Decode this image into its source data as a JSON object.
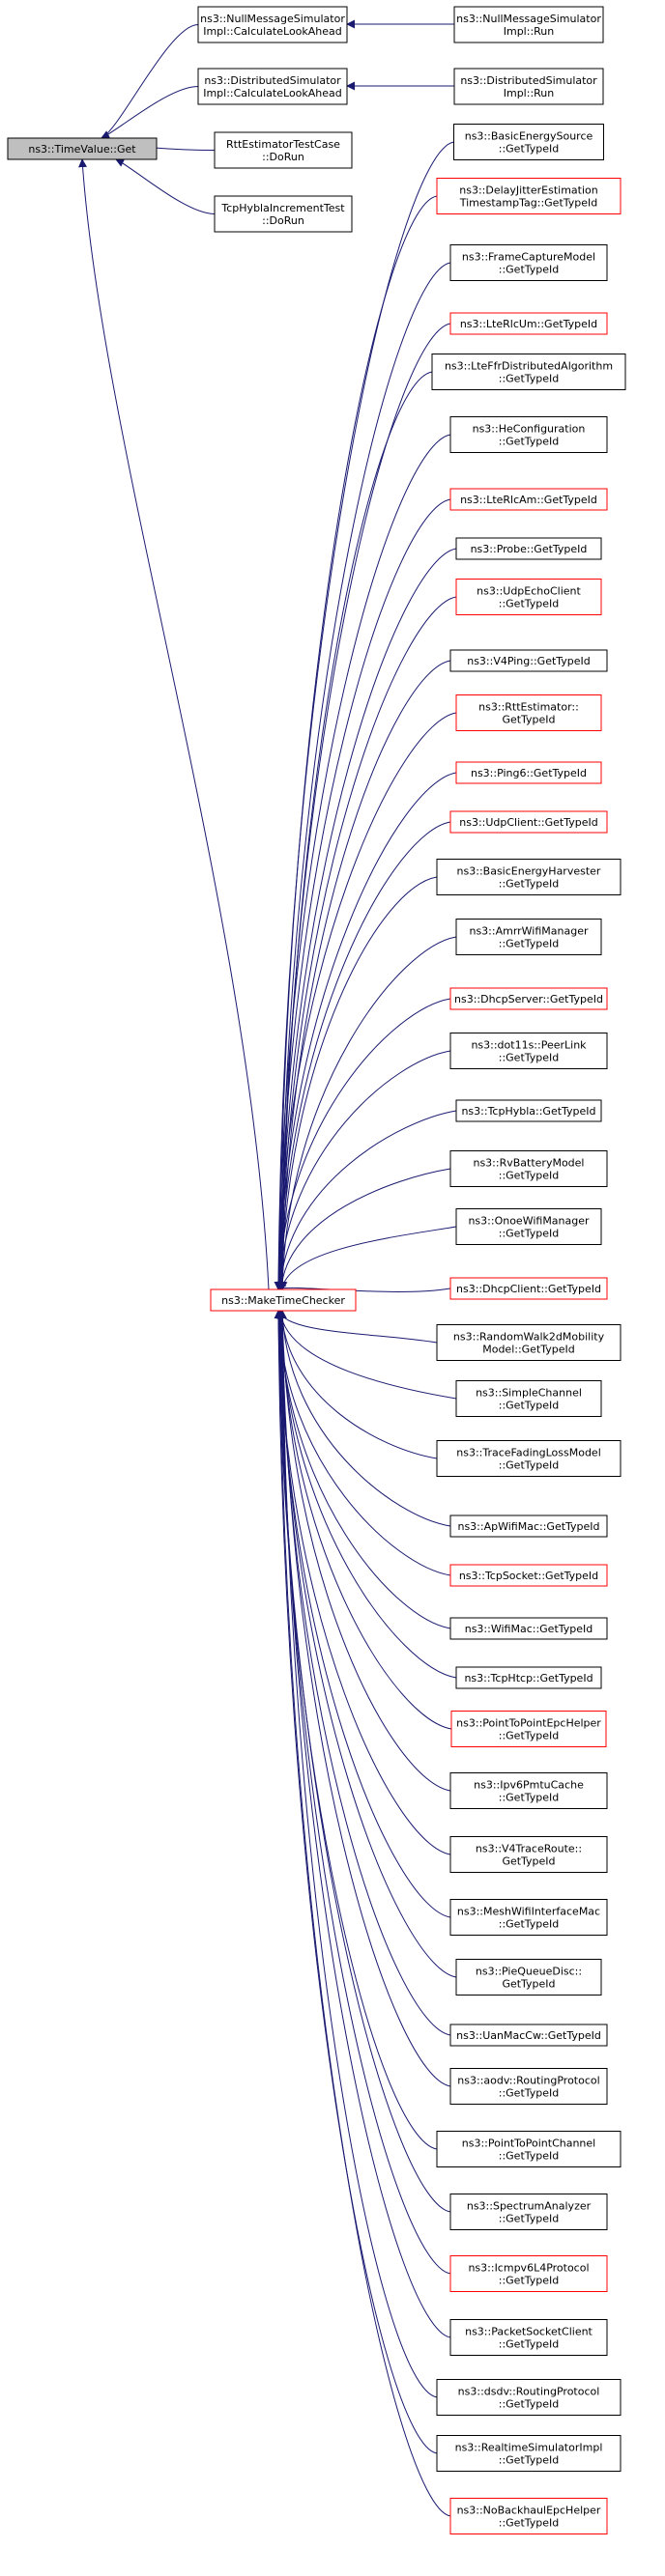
{
  "colors": {
    "edge": "#191970",
    "black_border": "#000000",
    "red_border": "#ff0000",
    "root_fill": "#bfbfbf",
    "node_fill": "#ffffff"
  },
  "nodes": {
    "timevalue_get": {
      "lines": [
        "ns3::TimeValue::Get"
      ],
      "border": "black",
      "filled": true
    },
    "make_time_checker": {
      "lines": [
        "ns3::MakeTimeChecker"
      ],
      "border": "red"
    },
    "nullmsg_calc": {
      "lines": [
        "ns3::NullMessageSimulator",
        "Impl::CalculateLookAhead"
      ],
      "border": "black"
    },
    "nullmsg_run": {
      "lines": [
        "ns3::NullMessageSimulator",
        "Impl::Run"
      ],
      "border": "black"
    },
    "dist_calc": {
      "lines": [
        "ns3::DistributedSimulator",
        "Impl::CalculateLookAhead"
      ],
      "border": "black"
    },
    "dist_run": {
      "lines": [
        "ns3::DistributedSimulator",
        "Impl::Run"
      ],
      "border": "black"
    },
    "rtt_test": {
      "lines": [
        "RttEstimatorTestCase",
        "::DoRun"
      ],
      "border": "black"
    },
    "tcphybla_test": {
      "lines": [
        "TcpHyblaIncrementTest",
        "::DoRun"
      ],
      "border": "black"
    },
    "callers": [
      {
        "lines": [
          "ns3::BasicEnergySource",
          "::GetTypeId"
        ],
        "border": "black"
      },
      {
        "lines": [
          "ns3::DelayJitterEstimation",
          "TimestampTag::GetTypeId"
        ],
        "border": "red"
      },
      {
        "lines": [
          "ns3::FrameCaptureModel",
          "::GetTypeId"
        ],
        "border": "black"
      },
      {
        "lines": [
          "ns3::LteRlcUm::GetTypeId"
        ],
        "border": "red"
      },
      {
        "lines": [
          "ns3::LteFfrDistributedAlgorithm",
          "::GetTypeId"
        ],
        "border": "black"
      },
      {
        "lines": [
          "ns3::HeConfiguration",
          "::GetTypeId"
        ],
        "border": "black"
      },
      {
        "lines": [
          "ns3::LteRlcAm::GetTypeId"
        ],
        "border": "red"
      },
      {
        "lines": [
          "ns3::Probe::GetTypeId"
        ],
        "border": "black"
      },
      {
        "lines": [
          "ns3::UdpEchoClient",
          "::GetTypeId"
        ],
        "border": "red"
      },
      {
        "lines": [
          "ns3::V4Ping::GetTypeId"
        ],
        "border": "black"
      },
      {
        "lines": [
          "ns3::RttEstimator::",
          "GetTypeId"
        ],
        "border": "red"
      },
      {
        "lines": [
          "ns3::Ping6::GetTypeId"
        ],
        "border": "red"
      },
      {
        "lines": [
          "ns3::UdpClient::GetTypeId"
        ],
        "border": "red"
      },
      {
        "lines": [
          "ns3::BasicEnergyHarvester",
          "::GetTypeId"
        ],
        "border": "black"
      },
      {
        "lines": [
          "ns3::AmrrWifiManager",
          "::GetTypeId"
        ],
        "border": "black"
      },
      {
        "lines": [
          "ns3::DhcpServer::GetTypeId"
        ],
        "border": "red"
      },
      {
        "lines": [
          "ns3::dot11s::PeerLink",
          "::GetTypeId"
        ],
        "border": "black"
      },
      {
        "lines": [
          "ns3::TcpHybla::GetTypeId"
        ],
        "border": "black"
      },
      {
        "lines": [
          "ns3::RvBatteryModel",
          "::GetTypeId"
        ],
        "border": "black"
      },
      {
        "lines": [
          "ns3::OnoeWifiManager",
          "::GetTypeId"
        ],
        "border": "black"
      },
      {
        "lines": [
          "ns3::DhcpClient::GetTypeId"
        ],
        "border": "red"
      },
      {
        "lines": [
          "ns3::RandomWalk2dMobility",
          "Model::GetTypeId"
        ],
        "border": "black"
      },
      {
        "lines": [
          "ns3::SimpleChannel",
          "::GetTypeId"
        ],
        "border": "black"
      },
      {
        "lines": [
          "ns3::TraceFadingLossModel",
          "::GetTypeId"
        ],
        "border": "black"
      },
      {
        "lines": [
          "ns3::ApWifiMac::GetTypeId"
        ],
        "border": "black"
      },
      {
        "lines": [
          "ns3::TcpSocket::GetTypeId"
        ],
        "border": "red"
      },
      {
        "lines": [
          "ns3::WifiMac::GetTypeId"
        ],
        "border": "black"
      },
      {
        "lines": [
          "ns3::TcpHtcp::GetTypeId"
        ],
        "border": "black"
      },
      {
        "lines": [
          "ns3::PointToPointEpcHelper",
          "::GetTypeId"
        ],
        "border": "red"
      },
      {
        "lines": [
          "ns3::Ipv6PmtuCache",
          "::GetTypeId"
        ],
        "border": "black"
      },
      {
        "lines": [
          "ns3::V4TraceRoute::",
          "GetTypeId"
        ],
        "border": "black"
      },
      {
        "lines": [
          "ns3::MeshWifiInterfaceMac",
          "::GetTypeId"
        ],
        "border": "black"
      },
      {
        "lines": [
          "ns3::PieQueueDisc::",
          "GetTypeId"
        ],
        "border": "black"
      },
      {
        "lines": [
          "ns3::UanMacCw::GetTypeId"
        ],
        "border": "black"
      },
      {
        "lines": [
          "ns3::aodv::RoutingProtocol",
          "::GetTypeId"
        ],
        "border": "black"
      },
      {
        "lines": [
          "ns3::PointToPointChannel",
          "::GetTypeId"
        ],
        "border": "black"
      },
      {
        "lines": [
          "ns3::SpectrumAnalyzer",
          "::GetTypeId"
        ],
        "border": "black"
      },
      {
        "lines": [
          "ns3::Icmpv6L4Protocol",
          "::GetTypeId"
        ],
        "border": "red"
      },
      {
        "lines": [
          "ns3::PacketSocketClient",
          "::GetTypeId"
        ],
        "border": "black"
      },
      {
        "lines": [
          "ns3::dsdv::RoutingProtocol",
          "::GetTypeId"
        ],
        "border": "black"
      },
      {
        "lines": [
          "ns3::RealtimeSimulatorImpl",
          "::GetTypeId"
        ],
        "border": "black"
      },
      {
        "lines": [
          "ns3::NoBackhaulEpcHelper",
          "::GetTypeId"
        ],
        "border": "red"
      }
    ]
  }
}
